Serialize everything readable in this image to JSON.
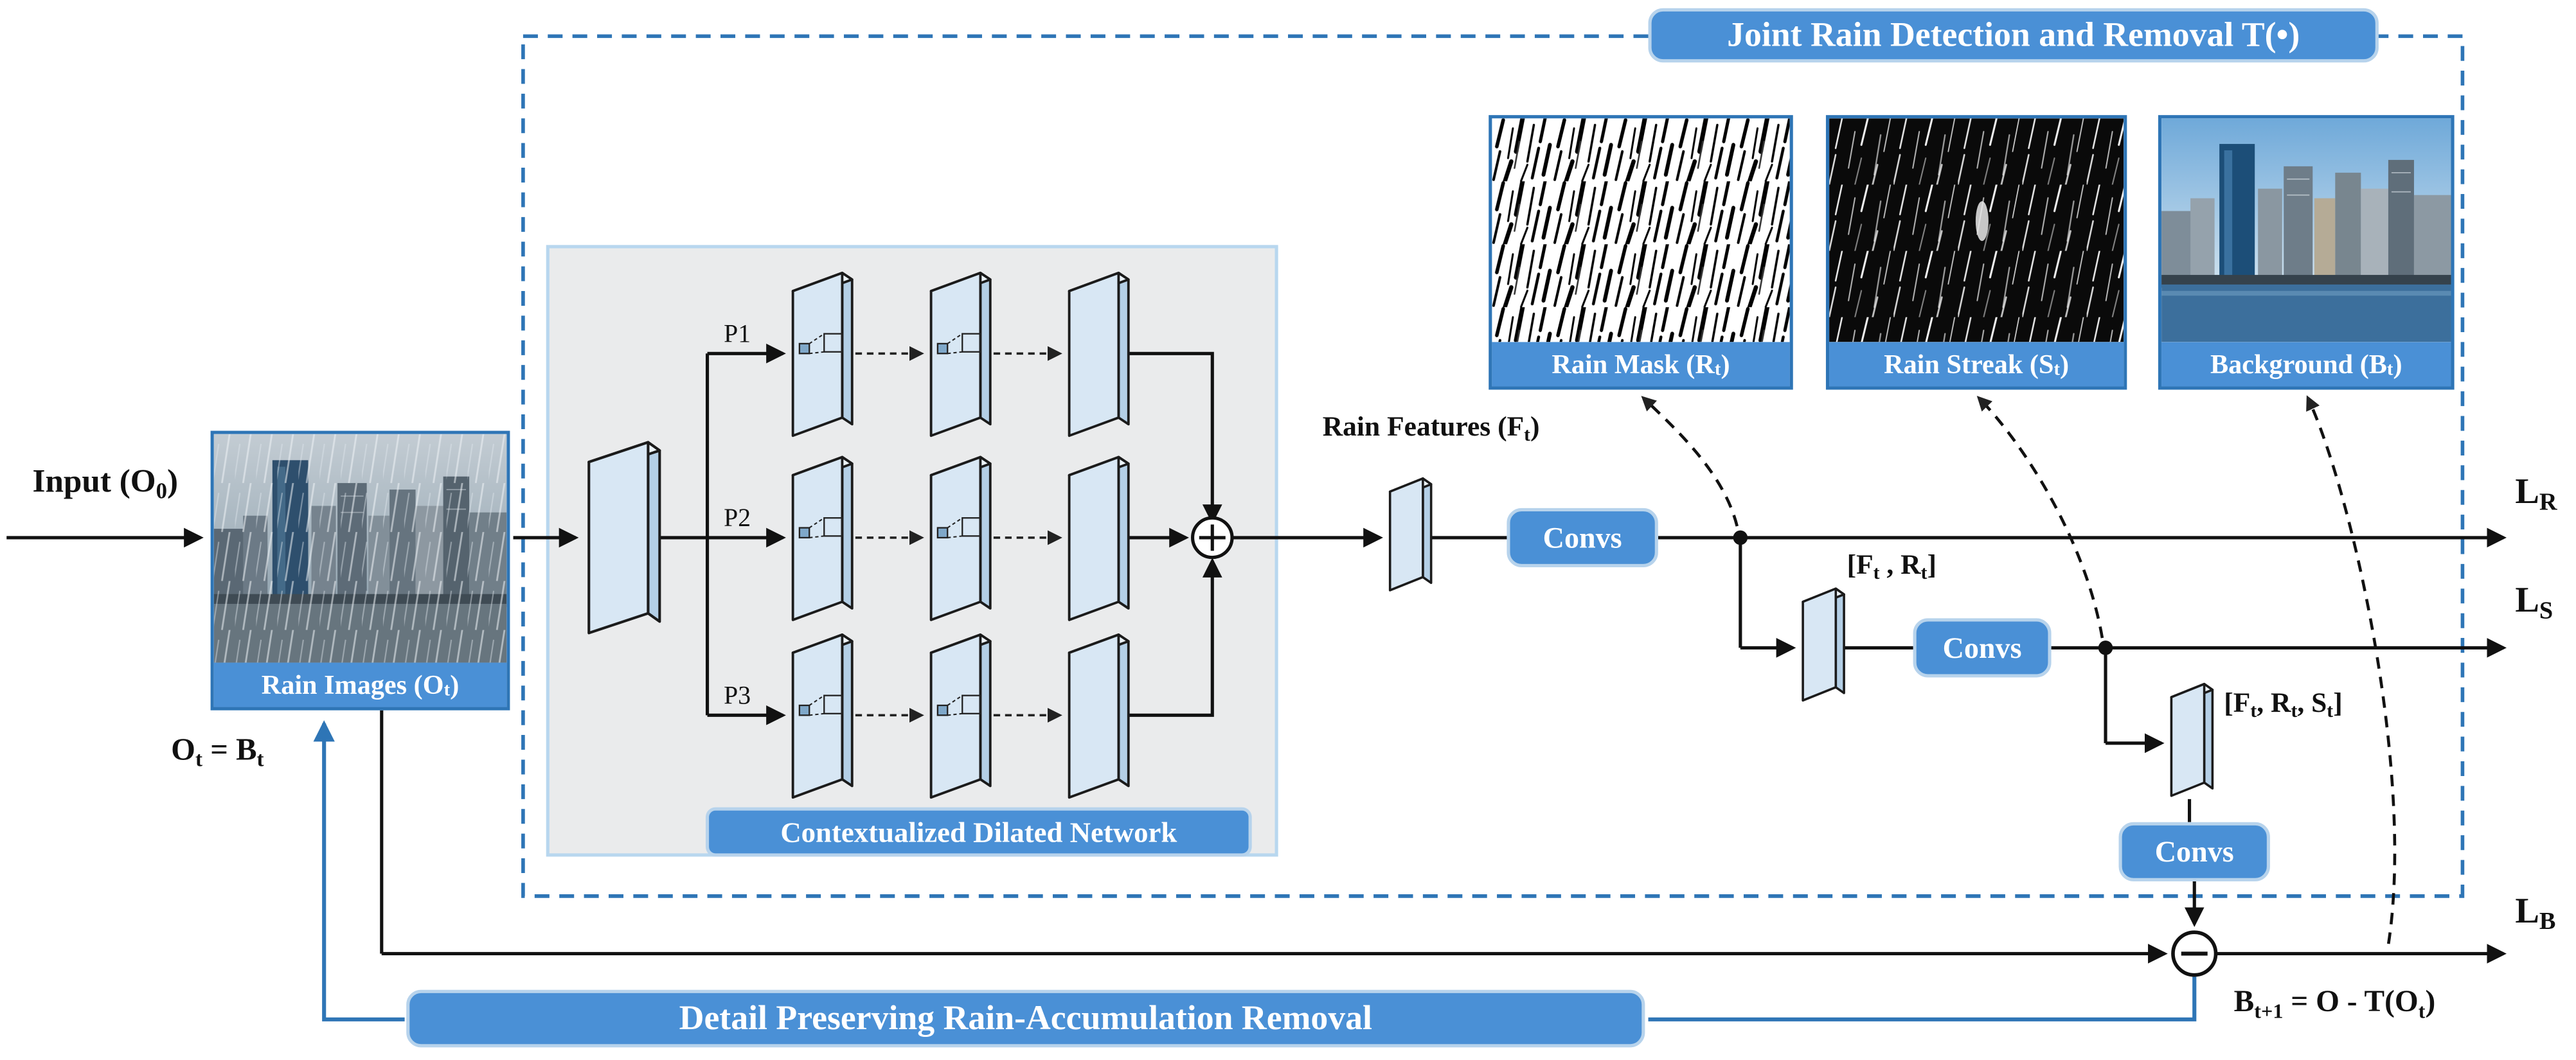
{
  "colors": {
    "accent_blue": "#4a90d6",
    "deep_blue": "#2e75b6",
    "panel_gray": "#eaebec",
    "slab_blue": "#d8e7f4"
  },
  "header": {
    "title": "Joint Rain Detection and Removal T(•)"
  },
  "input": {
    "label": "Input (O_{0})",
    "image_caption": "Rain Images (O_{t})",
    "feedback_label": "O_{t} = B_{t}"
  },
  "cdn": {
    "label": "Contextualized Dilated Network",
    "paths": [
      "P1",
      "P2",
      "P3"
    ]
  },
  "pipeline": {
    "rain_features_label": "Rain Features (F_{t})",
    "convs_label": "Convs",
    "stage2_label": "[F_{t} , R_{t}]",
    "stage3_label": "[F_{t}, R_{t}, S_{t}]"
  },
  "outputs": {
    "rain_mask": "Rain Mask (R_{t})",
    "rain_streak": "Rain Streak (S_{t})",
    "background": "Background (B_{t})"
  },
  "losses": {
    "lr": "L_{R}",
    "ls": "L_{S}",
    "lb": "L_{B}"
  },
  "bottom": {
    "pill": "Detail Preserving Rain-Accumulation Removal",
    "residual": "B_{t+1} = O - T(O_{t})"
  }
}
